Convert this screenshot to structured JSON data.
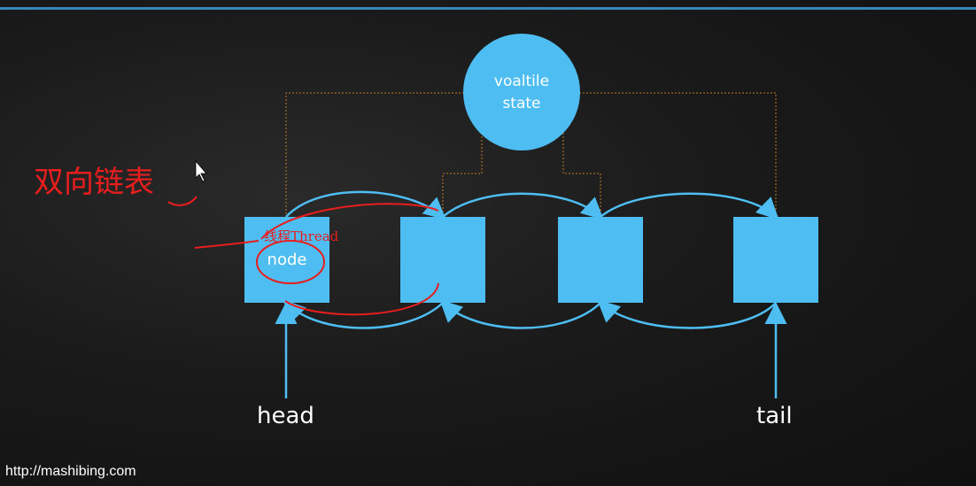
{
  "state_circle": {
    "line1": "voaltile",
    "line2": "state",
    "color": "#4ebdf2"
  },
  "node_label": "node",
  "labels": {
    "head": "head",
    "tail": "tail"
  },
  "footer": "http://mashibing.com",
  "handwritten": {
    "title": "双向链表",
    "thread": "线程Thread"
  },
  "colors": {
    "box": "#4ebdf2",
    "arrow": "#4ebdf2",
    "dotted": "#c07a2a",
    "ink": "#e81e1e"
  }
}
